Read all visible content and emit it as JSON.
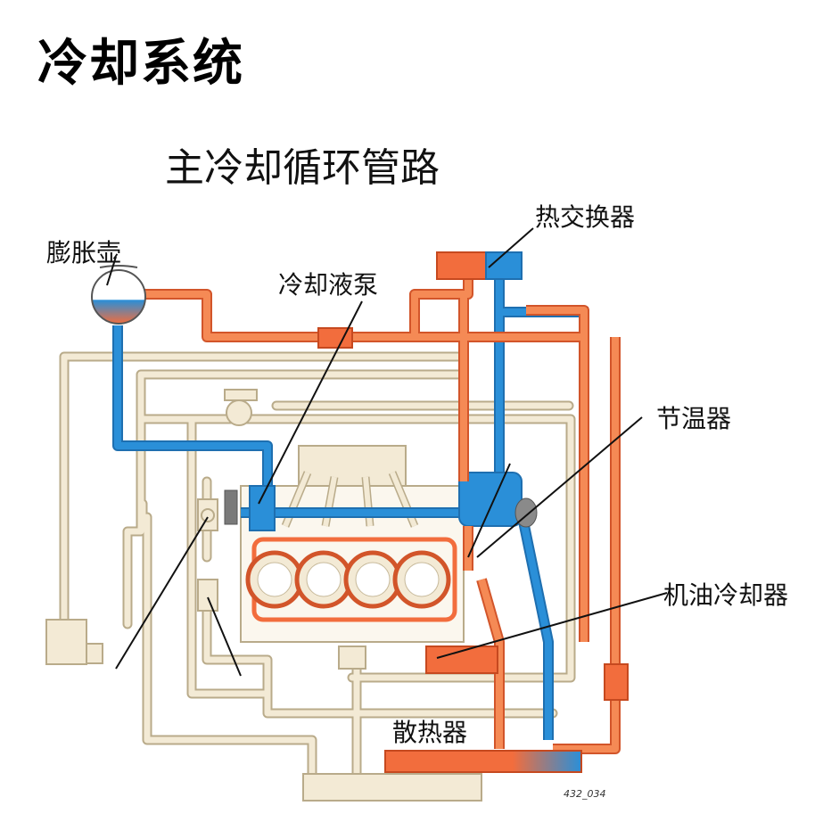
{
  "title": "冷却系统",
  "subtitle": "主冷却循环管路",
  "labels": {
    "expansion_tank": "膨胀壶",
    "coolant_pump": "冷却液泵",
    "heat_exchanger": "热交换器",
    "thermostat": "节温器",
    "oil_cooler": "机油冷却器",
    "radiator": "散热器"
  },
  "figure_code": "432_034",
  "colors": {
    "hot": "#f26d3d",
    "cold": "#2a8fd8",
    "pipe": "#f3ead5",
    "pipe_stroke": "#b9ab8a",
    "engine": "#fbf7ee"
  }
}
